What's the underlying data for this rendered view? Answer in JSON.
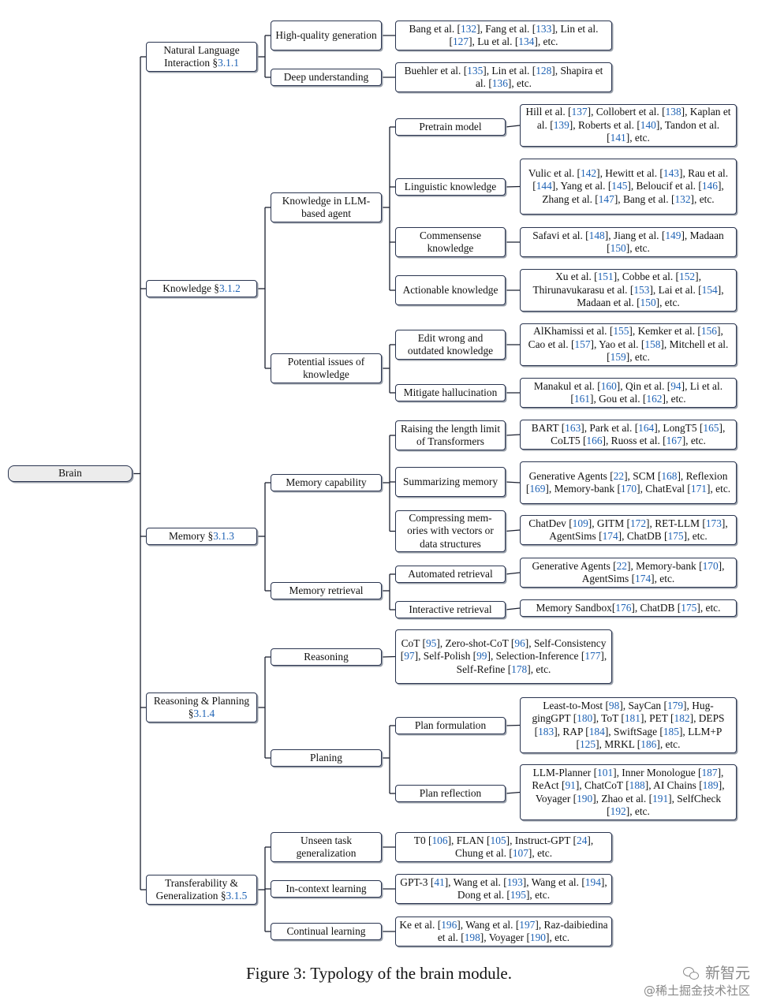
{
  "caption": "Figure 3: Typology of the brain module.",
  "watermark": {
    "brand": "新智元",
    "site": "@稀土掘金技术社区",
    "icon": "wechat-icon"
  },
  "colors": {
    "border": "#2a3550",
    "citation": "#1f63b5",
    "root_fill": "#ececec"
  },
  "nodes": {
    "brain": {
      "label": "Brain"
    },
    "nli": {
      "label": "Natural Language Interaction §3.1.1"
    },
    "hq": {
      "label": "High-quality generation"
    },
    "hq_refs": {
      "label": "Bang et al. [132], Fang et al. [133], Lin et al. [127], Lu et al. [134], etc."
    },
    "deep": {
      "label": "Deep understanding"
    },
    "deep_refs": {
      "label": "Buehler et al. [135], Lin et al. [128], Shapira et al. [136], etc."
    },
    "know": {
      "label": "Knowledge §3.1.2"
    },
    "kin": {
      "label": "Knowledge in LLM-based agent"
    },
    "pre": {
      "label": "Pretrain model"
    },
    "pre_refs": {
      "label": "Hill et al. [137], Collobert et al. [138], Kaplan et al. [139], Roberts et al. [140], Tandon et al. [141], etc."
    },
    "ling": {
      "label": "Linguistic knowledge"
    },
    "ling_refs": {
      "label": "Vulic et al. [142], Hewitt et al. [143], Rau et al. [144], Yang et al. [145], Beloucif et al. [146], Zhang et al. [147], Bang et al. [132], etc."
    },
    "comm": {
      "label": "Commensense knowledge"
    },
    "comm_refs": {
      "label": "Safavi et al. [148], Jiang et al. [149], Madaan [150], etc."
    },
    "act": {
      "label": "Actionable knowledge"
    },
    "act_refs": {
      "label": "Xu et al. [151], Cobbe et al. [152], Thirunavukarasu et al. [153], Lai et al. [154], Madaan et al. [150], etc."
    },
    "pot": {
      "label": "Potential issues of knowledge"
    },
    "edit": {
      "label": "Edit wrong and outdated knowledge"
    },
    "edit_refs": {
      "label": "AlKhamissi et al. [155], Kemker et al. [156], Cao et al. [157], Yao et al. [158], Mitchell et al. [159], etc."
    },
    "hall": {
      "label": "Mitigate hallucination"
    },
    "hall_refs": {
      "label": "Manakul et al. [160], Qin et al. [94], Li et al. [161], Gou et al. [162], etc."
    },
    "mem": {
      "label": "Memory §3.1.3"
    },
    "memcap": {
      "label": "Memory capability"
    },
    "raise": {
      "label": "Raising the length limit of Transformers"
    },
    "raise_refs": {
      "label": "BART [163], Park et al. [164], LongT5 [165], CoLT5 [166], Ruoss et al. [167], etc."
    },
    "summ": {
      "label": "Summarizing memory"
    },
    "summ_refs": {
      "label": "Generative Agents [22], SCM [168], Reflexion [169], Memory-bank [170], ChatEval [171], etc."
    },
    "comp": {
      "label": "Compressing mem-ories with vectors or data structures"
    },
    "comp_refs": {
      "label": "ChatDev [109], GITM [172], RET-LLM [173], AgentSims [174], ChatDB [175], etc."
    },
    "memret": {
      "label": "Memory retrieval"
    },
    "auto": {
      "label": "Automated retrieval"
    },
    "auto_refs": {
      "label": "Generative Agents [22], Memory-bank [170], AgentSims [174], etc."
    },
    "inter": {
      "label": "Interactive retrieval"
    },
    "inter_refs": {
      "label": "Memory Sandbox[176], ChatDB [175], etc."
    },
    "rp": {
      "label": "Reasoning & Planning §3.1.4"
    },
    "reas": {
      "label": "Reasoning"
    },
    "reas_refs": {
      "label": "CoT [95], Zero-shot-CoT [96], Self-Consistency [97], Self-Polish [99], Selection-Inference [177], Self-Refine [178], etc."
    },
    "plan": {
      "label": "Planing"
    },
    "pform": {
      "label": "Plan formulation"
    },
    "pform_refs": {
      "label": "Least-to-Most [98], SayCan [179], Hug-gingGPT [180], ToT [181], PET [182], DEPS [183], RAP [184], SwiftSage [185], LLM+P [125], MRKL [186], etc."
    },
    "prefl": {
      "label": "Plan reflection"
    },
    "prefl_refs": {
      "label": "LLM-Planner [101], Inner Monologue [187], ReAct [91], ChatCoT [188], AI Chains [189], Voyager [190], Zhao et al. [191], SelfCheck [192], etc."
    },
    "tg": {
      "label": "Transferability & Generalization §3.1.5"
    },
    "unseen": {
      "label": "Unseen task generalization"
    },
    "unseen_refs": {
      "label": "T0 [106], FLAN [105], Instruct-GPT [24], Chung et al. [107], etc."
    },
    "icl": {
      "label": "In-context learning"
    },
    "icl_refs": {
      "label": "GPT-3 [41], Wang et al. [193], Wang et al. [194], Dong et al. [195], etc."
    },
    "cont": {
      "label": "Continual learning"
    },
    "cont_refs": {
      "label": "Ke et al. [196], Wang et al. [197], Raz-daibiedina et al. [198], Voyager [190], etc."
    }
  }
}
